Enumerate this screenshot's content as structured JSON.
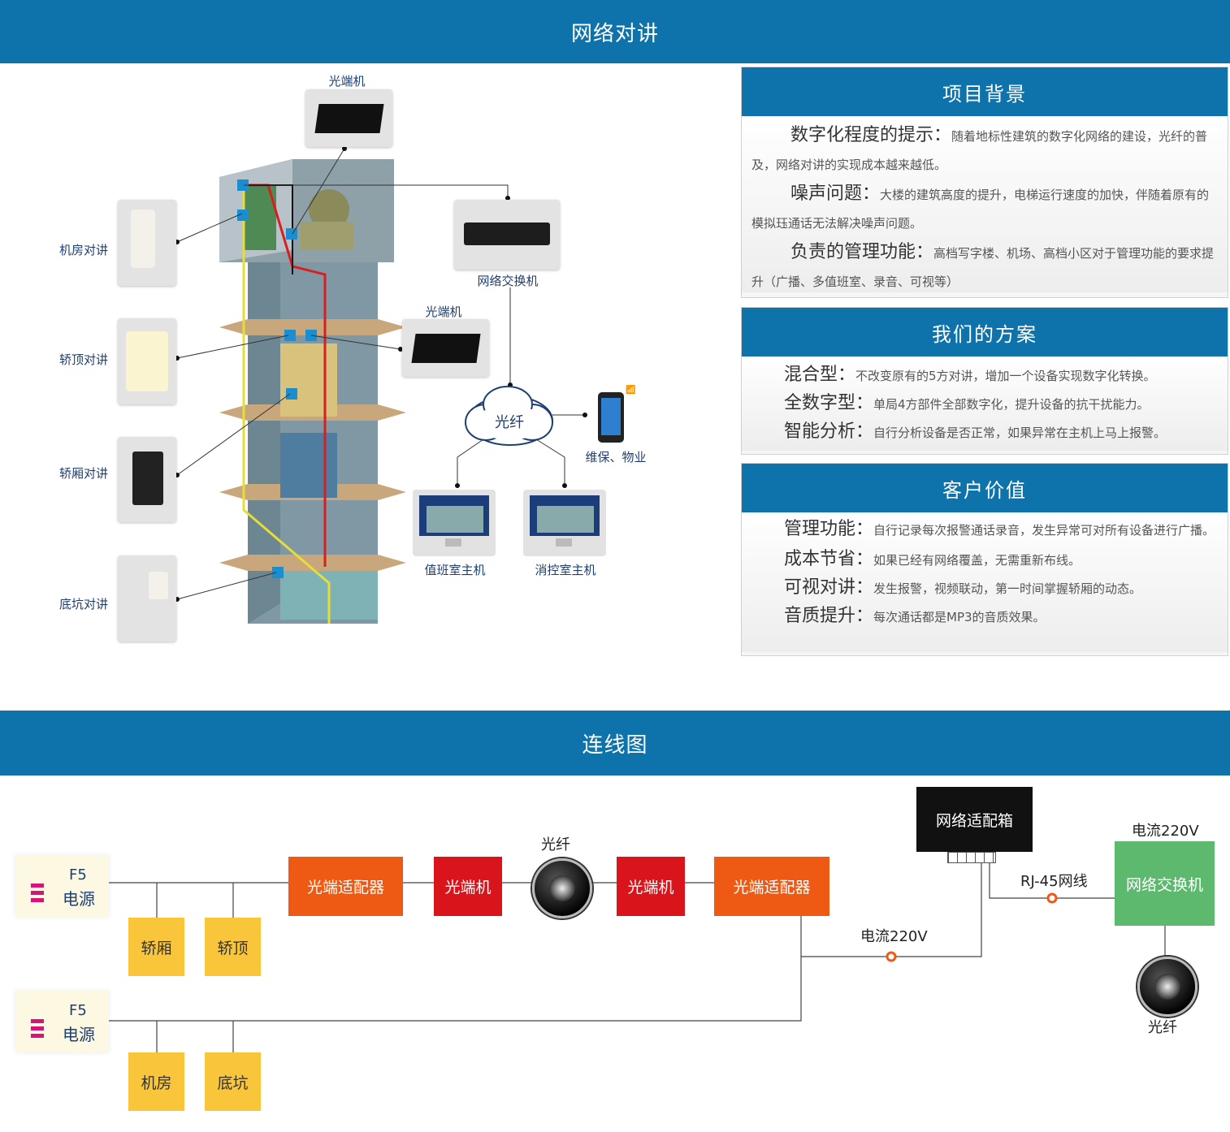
{
  "banner_top": {
    "title": "网络对讲"
  },
  "banner_bottom": {
    "title": "连线图"
  },
  "elevator": {
    "labels": {
      "top_optical": "光端机",
      "switch": "网络交换机",
      "mid_optical": "光端机",
      "cloud": "光纤",
      "phone": "维保、物业",
      "duty_host": "值班室主机",
      "fire_host": "消控室主机",
      "machine_room": "机房对讲",
      "car_top": "轿顶对讲",
      "car": "轿厢对讲",
      "pit": "底坑对讲"
    }
  },
  "panels": {
    "background": {
      "title": "项目背景",
      "items": [
        {
          "key": "数字化程度的提示：",
          "text": "随着地标性建筑的数字化网络的建设，光纤的普及，网络对讲的实现成本越来越低。"
        },
        {
          "key": "噪声问题：",
          "text": "大楼的建筑高度的提升，电梯运行速度的加快，伴随着原有的模拟珏通话无法解决噪声问题。"
        },
        {
          "key": "负责的管理功能：",
          "text": "高档写字楼、机场、高档小区对于管理功能的要求提升（广播、多值班室、录音、可视等）"
        }
      ]
    },
    "solution": {
      "title": "我们的方案",
      "items": [
        {
          "key": "混合型：",
          "text": "不改变原有的5方对讲，增加一个设备实现数字化转换。"
        },
        {
          "key": "全数字型：",
          "text": "单局4方部件全部数字化，提升设备的抗干扰能力。"
        },
        {
          "key": "智能分析：",
          "text": "自行分析设备是否正常，如果异常在主机上马上报警。"
        }
      ]
    },
    "value": {
      "title": "客户价值",
      "items": [
        {
          "key": "管理功能：",
          "text": "自行记录每次报警通话录音，发生异常可对所有设备进行广播。"
        },
        {
          "key": "成本节省：",
          "text": "如果已经有网络覆盖，无需重新布线。"
        },
        {
          "key": "可视对讲：",
          "text": "发生报警，视频联动，第一时间掌握轿厢的动态。"
        },
        {
          "key": "音质提升：",
          "text": "每次通话都是MP3的音质效果。"
        }
      ]
    }
  },
  "wiring": {
    "power1": {
      "line1": "F5",
      "line2": "电源"
    },
    "power2": {
      "line1": "F5",
      "line2": "电源"
    },
    "car": "轿厢",
    "car_top": "轿顶",
    "machine_room": "机房",
    "pit": "底坑",
    "adapter_left": "光端适配器",
    "optical_left": "光端机",
    "fiber_mid": "光纤",
    "optical_right": "光端机",
    "adapter_right": "光端适配器",
    "net_box": "网络适配箱",
    "current_mid": "电流220V",
    "rj45": "RJ-45网线",
    "current_top": "电流220V",
    "switch": "网络交换机",
    "fiber_right": "光纤"
  },
  "colors": {
    "accent": "#0f73ab",
    "orange": "#ee5a14",
    "red": "#d9151b",
    "yellow": "#f9c53a",
    "green": "#5cb96e"
  }
}
